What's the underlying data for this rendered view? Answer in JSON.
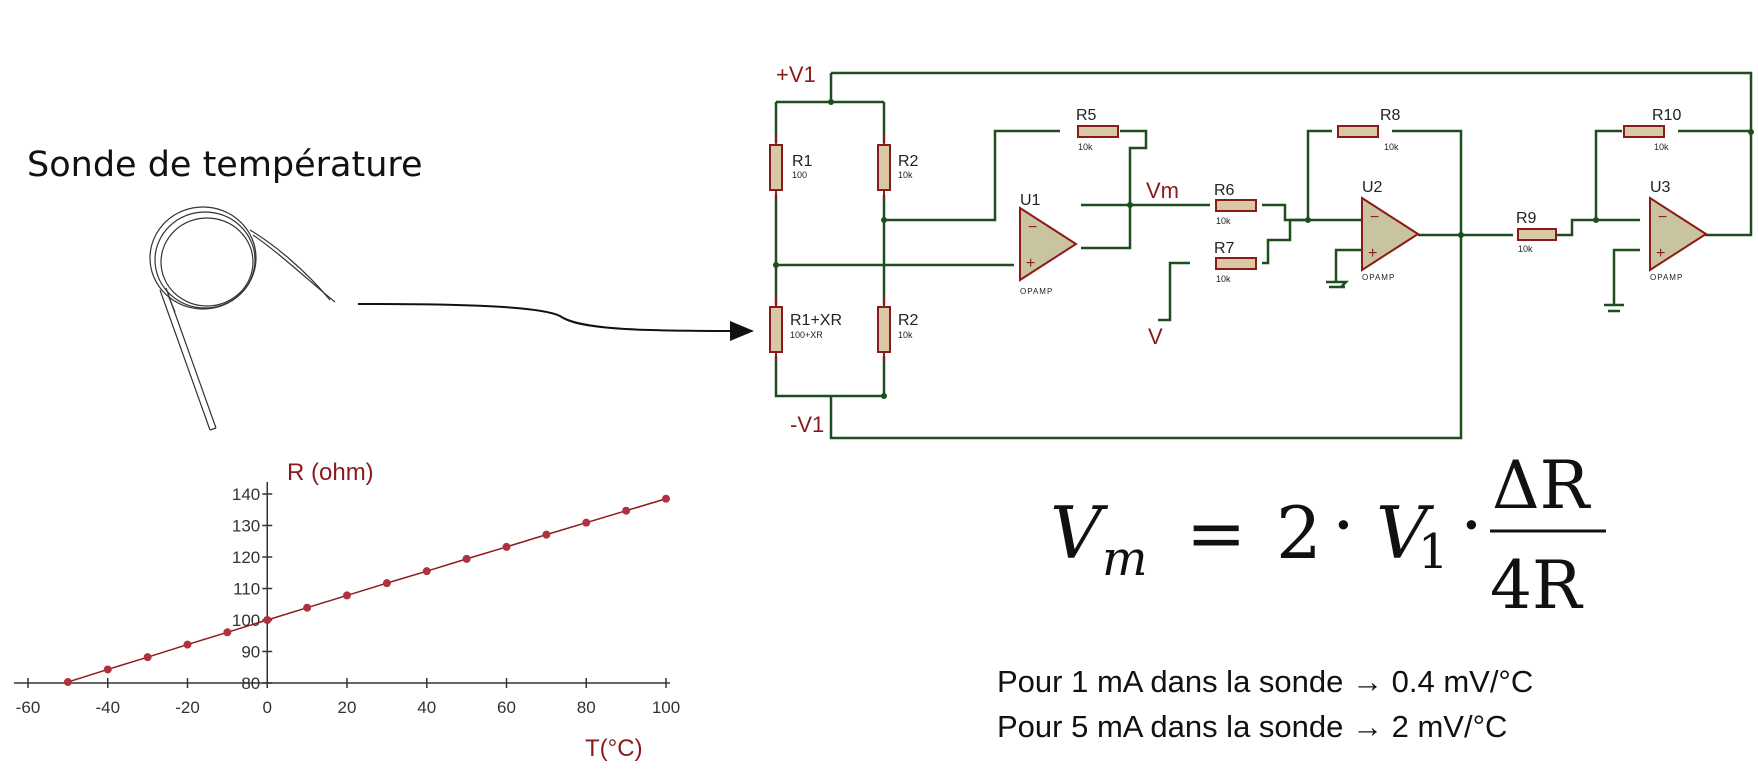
{
  "probe": {
    "title": "Sonde de température"
  },
  "schematic": {
    "nets": {
      "pos_supply": "+V1",
      "neg_supply": "-V1",
      "vm": "Vm",
      "v": "V"
    },
    "resistors": [
      {
        "name": "R1",
        "value": "100"
      },
      {
        "name": "R2",
        "value": "10k"
      },
      {
        "name": "R1+XR",
        "value": "100+XR"
      },
      {
        "name": "R2",
        "value": "10k"
      },
      {
        "name": "R5",
        "value": "10k"
      },
      {
        "name": "R6",
        "value": "10k"
      },
      {
        "name": "R7",
        "value": "10k"
      },
      {
        "name": "R8",
        "value": "10k"
      },
      {
        "name": "R9",
        "value": "10k"
      },
      {
        "name": "R10",
        "value": "10k"
      }
    ],
    "opamps": [
      {
        "name": "U1",
        "type": "OPAMP"
      },
      {
        "name": "U2",
        "type": "OPAMP"
      },
      {
        "name": "U3",
        "type": "OPAMP"
      }
    ],
    "colors": {
      "wire": "#1e4d1e",
      "component": "#8b1a1a",
      "resistor_fill": "#d8c8a4",
      "opamp_fill": "#c9c4a0"
    }
  },
  "formula": {
    "lhs": "V",
    "lhs_sub": "m",
    "eq": "=",
    "coef": "2",
    "v": "V",
    "v_sub": "1",
    "num": "ΔR",
    "den": "4R"
  },
  "notes": [
    "Pour 1 mA dans la sonde → 0.4 mV/°C",
    "Pour 5 mA dans la sonde → 2 mV/°C"
  ],
  "chart_data": {
    "type": "line",
    "ylabel": "R (ohm)",
    "xlabel": "T(°C)",
    "xlim": [
      -60,
      100
    ],
    "ylim": [
      80,
      140
    ],
    "x_ticks": [
      -60,
      -40,
      -20,
      0,
      20,
      40,
      60,
      80,
      100
    ],
    "y_ticks": [
      80,
      90,
      100,
      110,
      120,
      130,
      140
    ],
    "series": [
      {
        "x": [
          -50,
          -40,
          -30,
          -20,
          -10,
          0,
          10,
          20,
          30,
          40,
          50,
          60,
          70,
          80,
          90,
          100
        ],
        "y": [
          80.3,
          84.3,
          88.2,
          92.2,
          96.1,
          100,
          103.9,
          107.8,
          111.7,
          115.5,
          119.4,
          123.2,
          127.1,
          130.9,
          134.7,
          138.5
        ]
      }
    ],
    "grid": false,
    "colors": {
      "line": "#8b1a1a",
      "marker": "#b03040",
      "label": "#8b1a1a"
    }
  }
}
